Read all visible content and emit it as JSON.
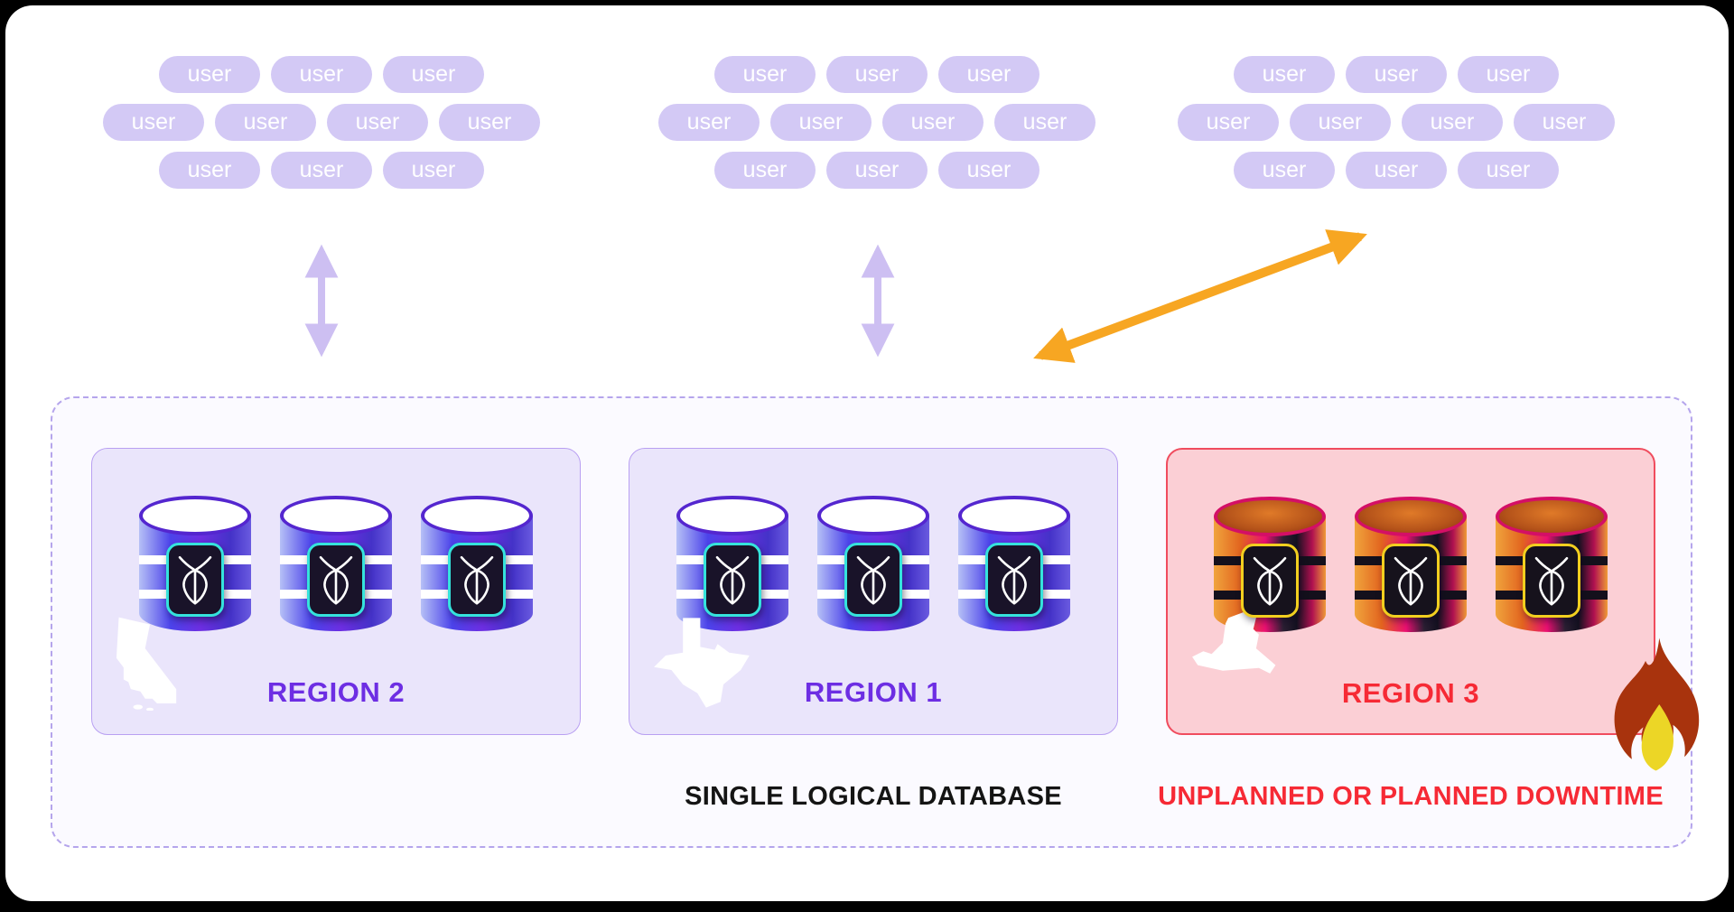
{
  "colors": {
    "page_bg": "#000000",
    "card_bg": "#ffffff",
    "pill_bg": "#d3c9f5",
    "pill_text": "#ffffff",
    "arrow_purple": "#cdbff2",
    "arrow_orange": "#f7a622",
    "dashed_border": "#b5a5ec",
    "dashed_fill": "#fbfaff",
    "region_purple_fill": "#eae5fb",
    "region_purple_border": "#b9a0f2",
    "region_pink_fill": "#fbcfd5",
    "region_pink_border": "#f04c5e",
    "label_purple": "#6d2ee3",
    "label_red": "#f62a35",
    "caption_black": "#141414",
    "cyl_rim_purple": "#5426cf",
    "cyl_rim_red": "#d40f66",
    "badge_bg": "#191329",
    "badge_border_cyan": "#35e3dc",
    "badge_border_yellow": "#f2cf1f",
    "flame_outer": "#a8330d",
    "flame_inner": "#ecd626",
    "state_icon": "#ffffff"
  },
  "clusters": [
    {
      "pill_label": "user",
      "rows": [
        3,
        4,
        3
      ]
    },
    {
      "pill_label": "user",
      "rows": [
        3,
        4,
        3
      ]
    },
    {
      "pill_label": "user",
      "rows": [
        3,
        4,
        3
      ]
    }
  ],
  "regions": [
    {
      "label": "REGION 2",
      "state": "california",
      "theme": "purple",
      "nodes": 3
    },
    {
      "label": "REGION 1",
      "state": "texas",
      "theme": "purple",
      "nodes": 3
    },
    {
      "label": "REGION 3",
      "state": "new-york",
      "theme": "red",
      "nodes": 3
    }
  ],
  "captions": {
    "database": "SINGLE LOGICAL DATABASE",
    "downtime": "UNPLANNED OR PLANNED DOWNTIME"
  }
}
